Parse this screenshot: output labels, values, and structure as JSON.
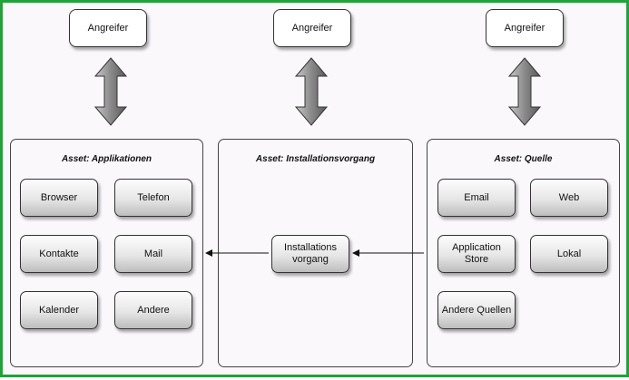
{
  "attackers": [
    {
      "label": "Angreifer"
    },
    {
      "label": "Angreifer"
    },
    {
      "label": "Angreifer"
    }
  ],
  "panels": {
    "applications": {
      "title": "Asset: Applikationen",
      "items": [
        "Browser",
        "Telefon",
        "Kontakte",
        "Mail",
        "Kalender",
        "Andere"
      ]
    },
    "installation": {
      "title": "Asset: Installationsvorgang",
      "items": [
        "Installations\nvorgang"
      ]
    },
    "source": {
      "title": "Asset: Quelle",
      "items": [
        "Email",
        "Web",
        "Application\nStore",
        "Lokal",
        "Andere Quellen"
      ]
    }
  },
  "colors": {
    "border": "#1fa33a",
    "background": "#fbf8fc",
    "arrow_fill": "#8a8a8a"
  }
}
